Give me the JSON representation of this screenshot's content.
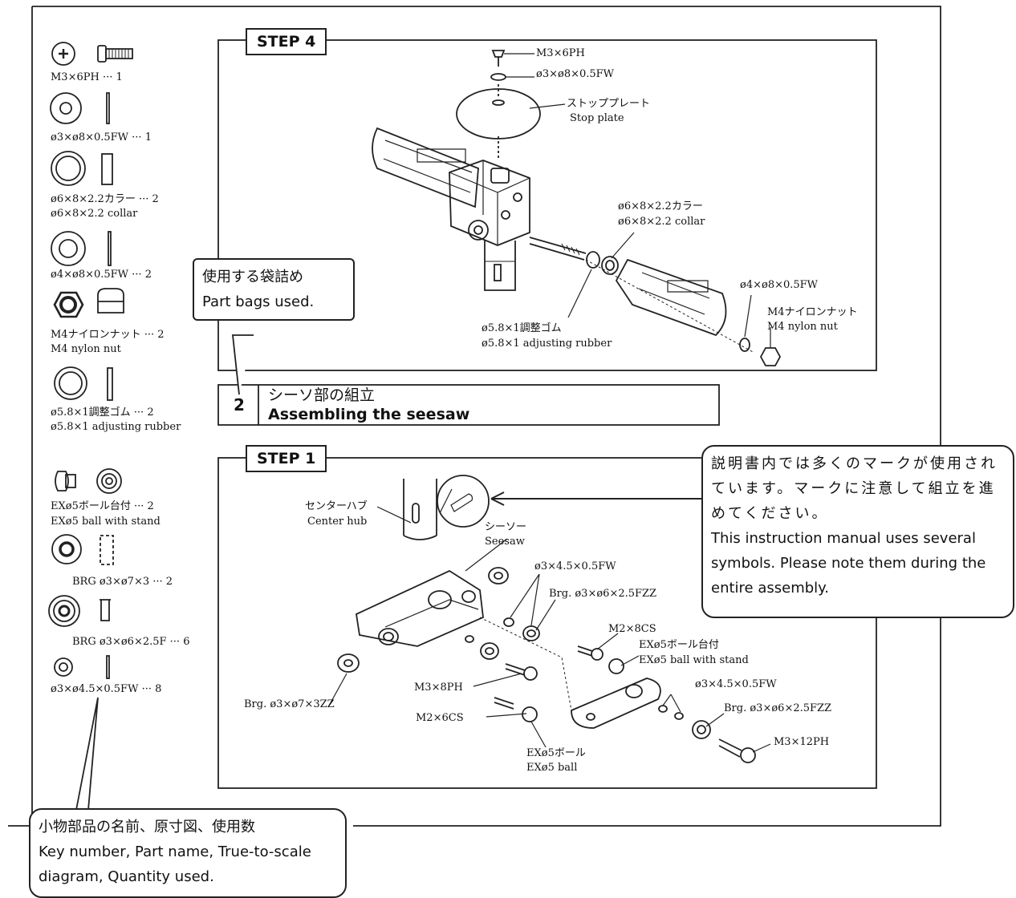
{
  "parts_list": [
    {
      "label": "M3×6PH ··· 1",
      "sub": ""
    },
    {
      "label": "ø3×ø8×0.5FW ··· 1",
      "sub": ""
    },
    {
      "label": "ø6×8×2.2カラー ··· 2",
      "sub": "ø6×8×2.2 collar"
    },
    {
      "label": "ø4×ø8×0.5FW ··· 2",
      "sub": ""
    },
    {
      "label": "M4ナイロンナット ··· 2",
      "sub": "M4 nylon nut"
    },
    {
      "label": "ø5.8×1調整ゴム ··· 2",
      "sub": "ø5.8×1 adjusting rubber"
    },
    {
      "label": "EXø5ボール台付 ··· 2",
      "sub": "EXø5 ball with stand"
    },
    {
      "label": "BRG ø3×ø7×3 ··· 2",
      "sub": ""
    },
    {
      "label": "BRG ø3×ø6×2.5F ··· 6",
      "sub": ""
    },
    {
      "label": "ø3×ø4.5×0.5FW ··· 8",
      "sub": ""
    }
  ],
  "step4": {
    "tag": "STEP 4",
    "callouts": {
      "screw": "M3×6PH",
      "washer": "ø3×ø8×0.5FW",
      "stop_plate_jp": "ストッププレート",
      "stop_plate_en": "Stop plate",
      "collar_jp": "ø6×8×2.2カラー",
      "collar_en": "ø6×8×2.2 collar",
      "fw": "ø4×ø8×0.5FW",
      "nut_jp": "M4ナイロンナット",
      "nut_en": "M4 nylon nut",
      "rubber_jp": "ø5.8×1調整ゴム",
      "rubber_en": "ø5.8×1 adjusting rubber"
    }
  },
  "section": {
    "number": "2",
    "title_jp": "シーソ部の組立",
    "title_en": "Assembling the seesaw"
  },
  "step1": {
    "tag": "STEP 1",
    "callouts": {
      "hub_jp": "センターハブ",
      "hub_en": "Center hub",
      "seesaw_jp": "シーソー",
      "seesaw_en": "Seesaw",
      "fw_top": "ø3×4.5×0.5FW",
      "brg_top": "Brg. ø3×ø6×2.5FZZ",
      "m2x8": "M2×8CS",
      "exball_stand_jp": "EXø5ボール台付",
      "exball_stand_en": "EXø5  ball with stand",
      "m3x8": "M3×8PH",
      "fw_bottom": "ø3×4.5×0.5FW",
      "brg_bottom": "Brg. ø3×ø6×2.5FZZ",
      "brg_left": "Brg. ø3×ø7×3ZZ",
      "m2x6": "M2×6CS",
      "m3x12": "M3×12PH",
      "exball_jp": "EXø5ボール",
      "exball_en": "EXø5 ball"
    }
  },
  "bubbles": {
    "bags_jp": "使用する袋詰め",
    "bags_en": "Part bags used.",
    "marks_jp": "説明書内では多くのマークが使用されています。マークに注意して組立を進めてください。",
    "marks_en": "This instruction manual uses several symbols. Please note them during the entire assembly.",
    "key_jp": "小物部品の名前、原寸図、使用数",
    "key_en": "Key number, Part name, True-to-scale diagram, Quantity used."
  }
}
